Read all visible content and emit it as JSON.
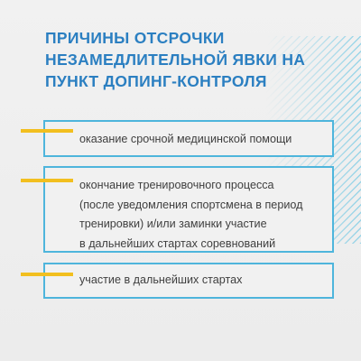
{
  "title_lines": [
    "ПРИЧИНЫ ОТСРОЧКИ",
    "НЕЗАМЕДЛИТЕЛЬНОЙ ЯВКИ НА",
    "ПУНКТ ДОПИНГ-КОНТРОЛЯ"
  ],
  "reasons": [
    {
      "lines": [
        "оказание срочной медицинской помощи"
      ]
    },
    {
      "lines": [
        "окончание тренировочного процесса",
        "(после уведомления спортсмена в период",
        "тренировки) и/или заминки участие",
        "в дальнейших стартах соревнований"
      ]
    },
    {
      "lines": [
        "участие в дальнейших стартах"
      ]
    }
  ],
  "colors": {
    "title": "#2b7fc1",
    "card_border": "#4eb5dc",
    "accent": "#f2bf1f",
    "text": "#3f3f3f",
    "background": "#eeeeee"
  }
}
